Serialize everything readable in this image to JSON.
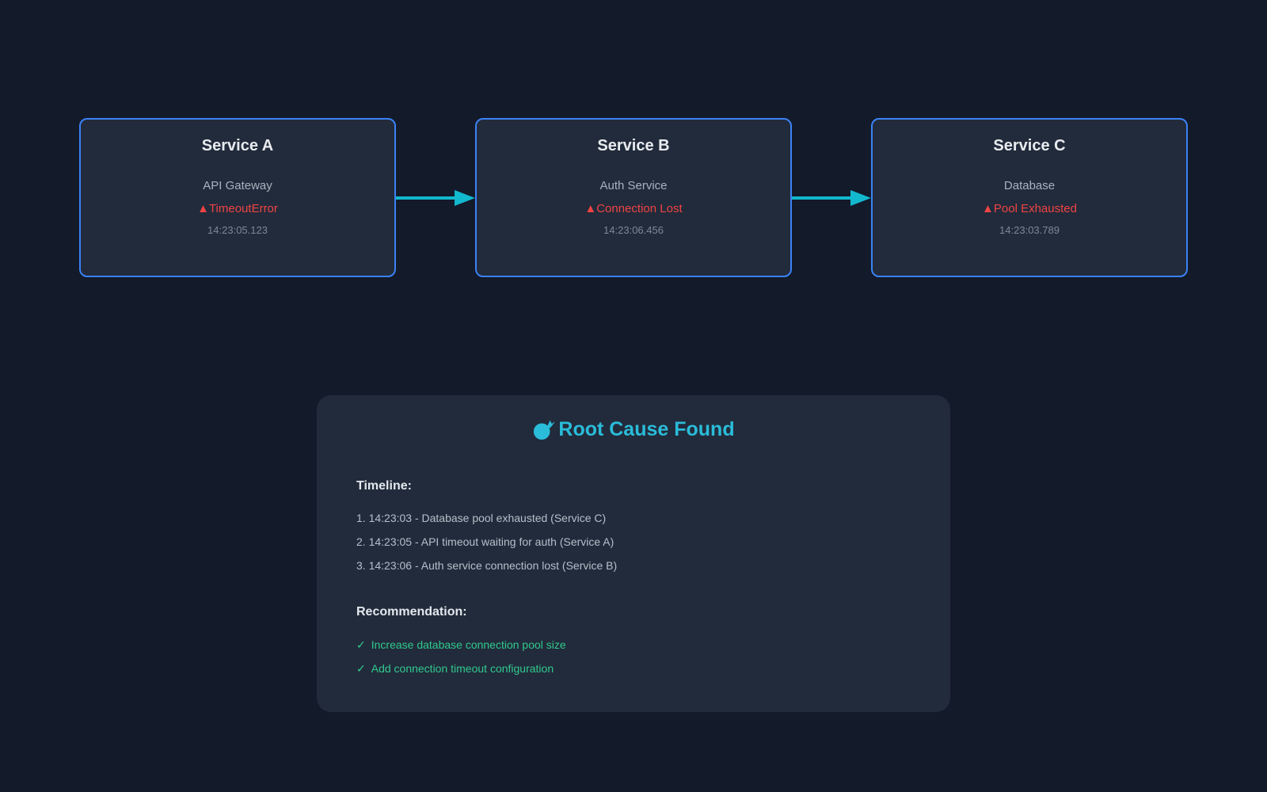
{
  "colors": {
    "background": "#131a2a",
    "surface": "#222b3b",
    "node_border_blue": "#3b82f6",
    "arrow_cyan": "#12b8ce",
    "title_cyan": "#2abcd9",
    "error_red": "#ef4444",
    "success_green": "#30c98e"
  },
  "services": [
    {
      "name": "Service A",
      "role": "API Gateway",
      "warning_icon": "▲",
      "error": "TimeoutError",
      "timestamp": "14:23:05.123"
    },
    {
      "name": "Service B",
      "role": "Auth Service",
      "warning_icon": "▲",
      "error": "Connection Lost",
      "timestamp": "14:23:06.456"
    },
    {
      "name": "Service C",
      "role": "Database",
      "warning_icon": "▲",
      "error": "Pool Exhausted",
      "timestamp": "14:23:03.789"
    }
  ],
  "root_cause_panel": {
    "title": "Root Cause Found",
    "timeline": {
      "heading": "Timeline:",
      "items": [
        "1. 14:23:03 - Database pool exhausted (Service C)",
        "2. 14:23:05 - API timeout waiting for auth (Service A)",
        "3. 14:23:06 - Auth service connection lost (Service B)"
      ]
    },
    "recommendation": {
      "heading": "Recommendation:",
      "items": [
        {
          "check": "✓",
          "label": "Increase database connection pool size"
        },
        {
          "check": "✓",
          "label": "Add connection timeout configuration"
        }
      ]
    }
  }
}
